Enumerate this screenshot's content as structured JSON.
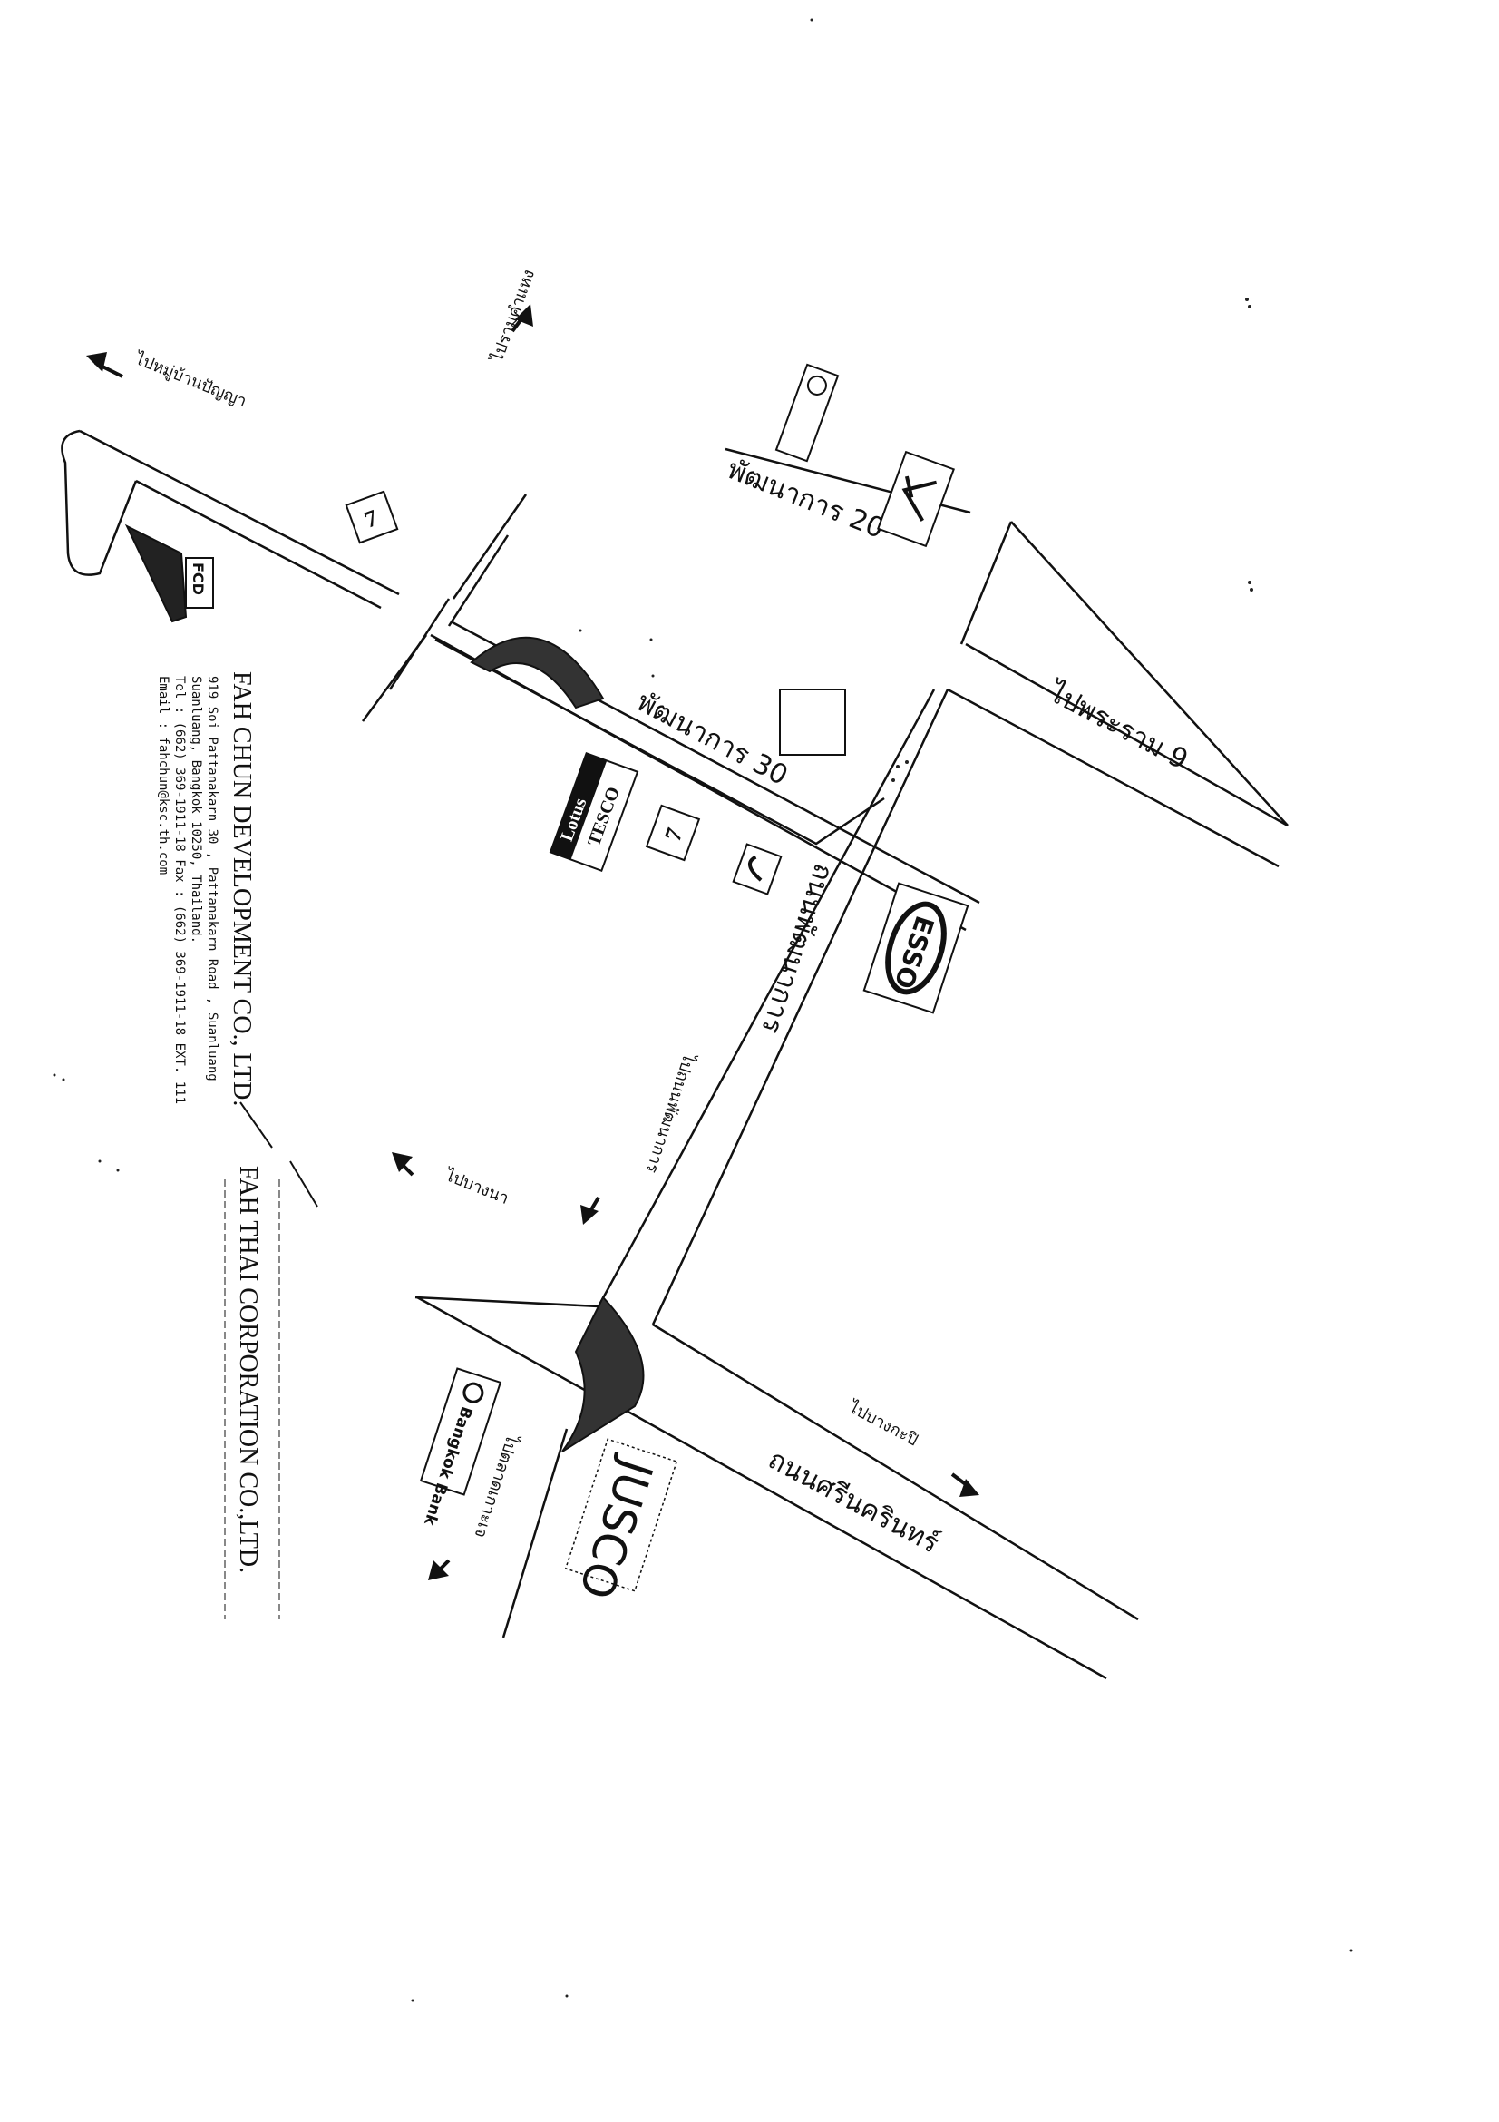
{
  "company": {
    "name_primary": "FAH CHUN DEVELOPMENT CO., LTD.",
    "name_secondary": "FAH THAI CORPORATION CO.,LTD.",
    "address_line1": "919 Soi Pattanakarn 30 , Pattanakarn Road , Suanluang",
    "address_line2": "Suanluang, Bangkok 10250, Thailand.",
    "phone_line": "Tel : (662) 369-1911-18 Fax : (662) 369-1911-18 EXT. 111",
    "email_line": "Email : fahchun@ksc.th.com",
    "logo_text": "FCD"
  },
  "roads": {
    "pattanakarn_road": "ถนนพัฒนาการ",
    "srinakarin_road": "ถนนศรีนครินทร์",
    "soi_20": "พัฒนาการ 20",
    "soi_30": "พัฒนาการ 30"
  },
  "directions": {
    "to_panya_village": "ไปหมู่บ้านปัญญา",
    "to_ramkhamhaeng": "ไปรามคำแหง",
    "to_rama9": "ไปพระราม 9",
    "to_bangna": "ไปบางนา",
    "to_bangkapi": "ไปบางกะปิ",
    "to_pattanakarn_soi": "ไปถนนพัฒนาการ",
    "to_market": "ไปตลาดเกาะเจ"
  },
  "landmarks": {
    "tesco_brand": "TESCO",
    "lotus_brand": "Lotus",
    "esso": "ESSO",
    "jusco": "JUSCO",
    "bangkok_bank": "Bangkok Bank",
    "seven_eleven": "7"
  }
}
